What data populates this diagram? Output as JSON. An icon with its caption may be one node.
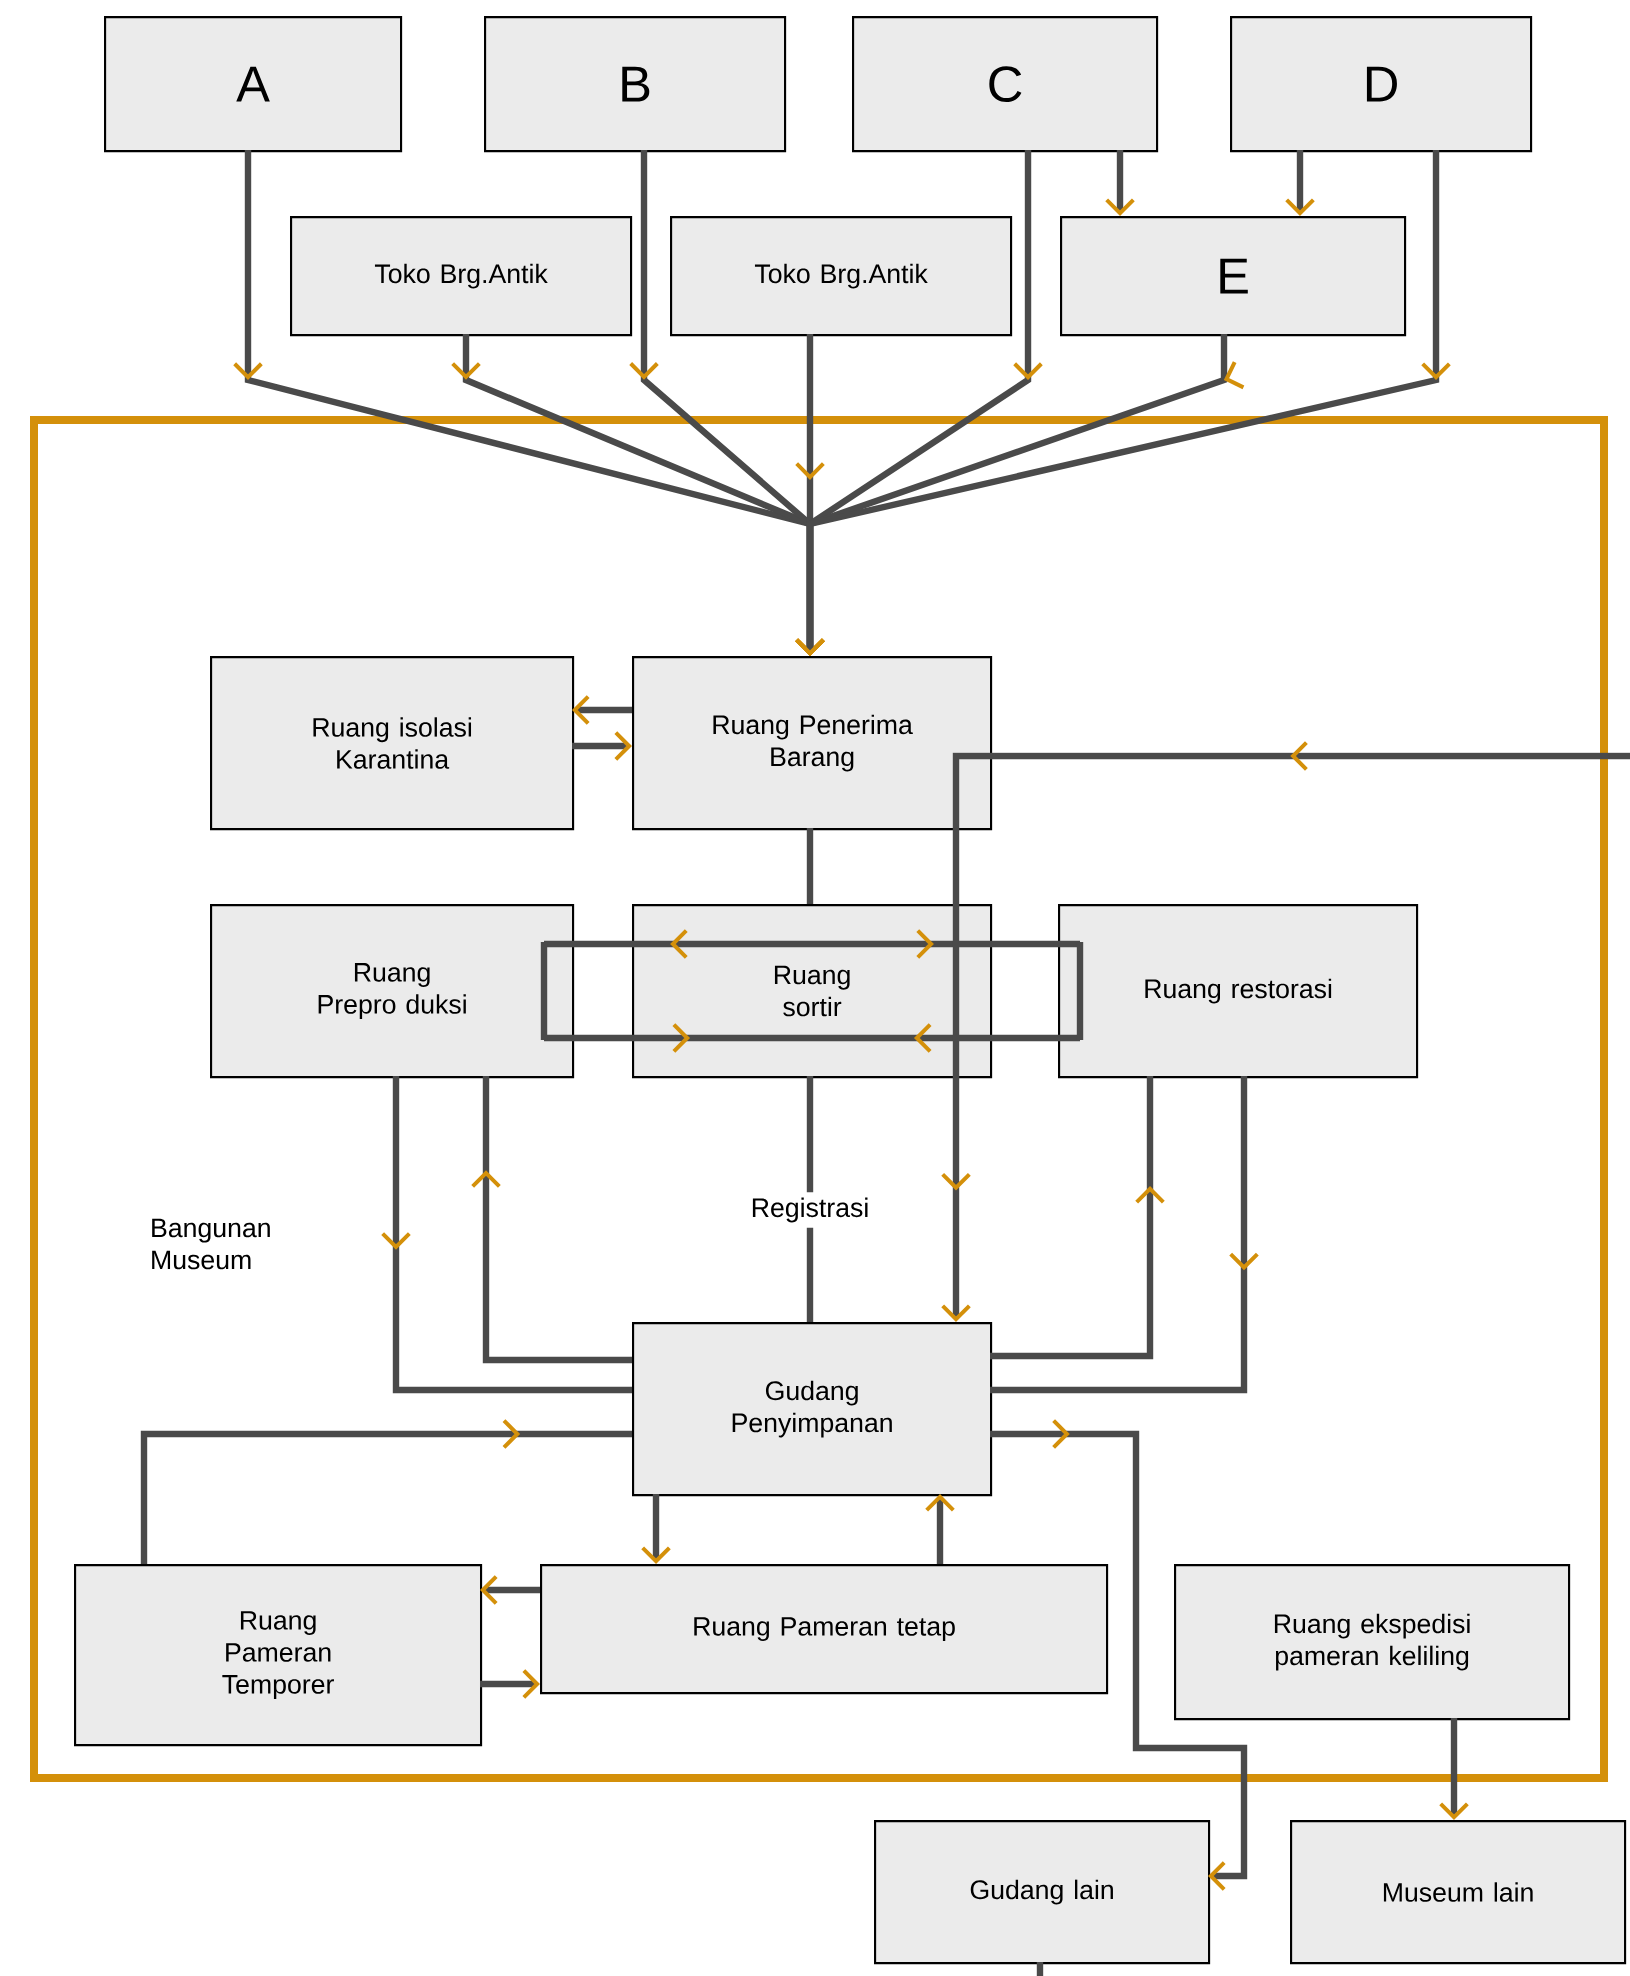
{
  "diagram": {
    "nodes": [
      {
        "text": [
          "A"
        ]
      },
      {
        "text": [
          "B"
        ]
      },
      {
        "text": [
          "C"
        ]
      },
      {
        "text": [
          "D"
        ]
      },
      {
        "text": [
          "Toko Brg.Antik"
        ]
      },
      {
        "text": [
          "Toko Brg.Antik"
        ]
      },
      {
        "text": [
          "E"
        ]
      },
      {
        "text": [
          "Bangunan Museum"
        ]
      },
      {
        "text": [
          "Ruang isolasi Karantina"
        ],
        "in": 7
      },
      {
        "text": [
          "Ruang Penerima Barang"
        ],
        "in": 7
      },
      {
        "text": [
          "Ruang Prepro duksi"
        ],
        "in": 7
      },
      {
        "text": [
          "Ruang sortir"
        ],
        "in": 7
      },
      {
        "text": [
          "Ruang restorasi"
        ],
        "in": 7
      },
      {
        "text": [
          "Gudang Penyimpanan"
        ],
        "in": 7
      },
      {
        "text": [
          "Ruang Pameran Temporer"
        ],
        "in": 7
      },
      {
        "text": [
          "Ruang Pameran tetap"
        ],
        "in": 7
      },
      {
        "text": [
          "Ruang ekspedisi pameran keliling"
        ],
        "in": 7
      },
      {
        "text": [
          "Gudang lain"
        ]
      },
      {
        "text": [
          "Museum lain"
        ]
      }
    ],
    "edges": [
      {
        "from": 0,
        "to": 9,
        "arrow": "to"
      },
      {
        "from": 4,
        "to": 9,
        "arrow": "to"
      },
      {
        "from": 1,
        "to": 9,
        "arrow": "to"
      },
      {
        "from": 5,
        "to": 9,
        "arrow": "to"
      },
      {
        "from": 2,
        "to": 9,
        "arrow": "to"
      },
      {
        "from": 6,
        "to": 9,
        "arrow": "to"
      },
      {
        "from": 3,
        "to": 9,
        "arrow": "to"
      },
      {
        "from": 2,
        "to": 6,
        "arrow": "to"
      },
      {
        "from": 3,
        "to": 6,
        "arrow": "to"
      },
      {
        "from": 9,
        "to": 8,
        "arrow": "to"
      },
      {
        "from": 8,
        "to": 9,
        "arrow": "to"
      },
      {
        "from": 9,
        "to": 11,
        "arrow": "none"
      },
      {
        "from": 11,
        "to": 10,
        "arrow": "to"
      },
      {
        "from": 11,
        "to": 12,
        "arrow": "to"
      },
      {
        "from": 10,
        "to": 11,
        "arrow": "to"
      },
      {
        "from": 12,
        "to": 11,
        "arrow": "to"
      },
      {
        "from": 11,
        "to": 13,
        "arrow": "none",
        "label": "Registrasi"
      },
      {
        "from": null,
        "to": 13,
        "arrow": "to"
      },
      {
        "from": 10,
        "to": 13,
        "arrow": "to"
      },
      {
        "from": 13,
        "to": 10,
        "arrow": "to"
      },
      {
        "from": 13,
        "to": 12,
        "arrow": "to"
      },
      {
        "from": 12,
        "to": 13,
        "arrow": "to"
      },
      {
        "from": 14,
        "to": 13,
        "arrow": "to"
      },
      {
        "from": 13,
        "to": 15,
        "arrow": "to"
      },
      {
        "from": 15,
        "to": 13,
        "arrow": "to"
      },
      {
        "from": 15,
        "to": 14,
        "arrow": "to"
      },
      {
        "from": 14,
        "to": 15,
        "arrow": "to"
      },
      {
        "from": 13,
        "to": 17,
        "arrow": "to"
      },
      {
        "from": 16,
        "to": 18,
        "arrow": "to"
      },
      {
        "from": 17,
        "to": null,
        "arrow": "none"
      }
    ]
  }
}
